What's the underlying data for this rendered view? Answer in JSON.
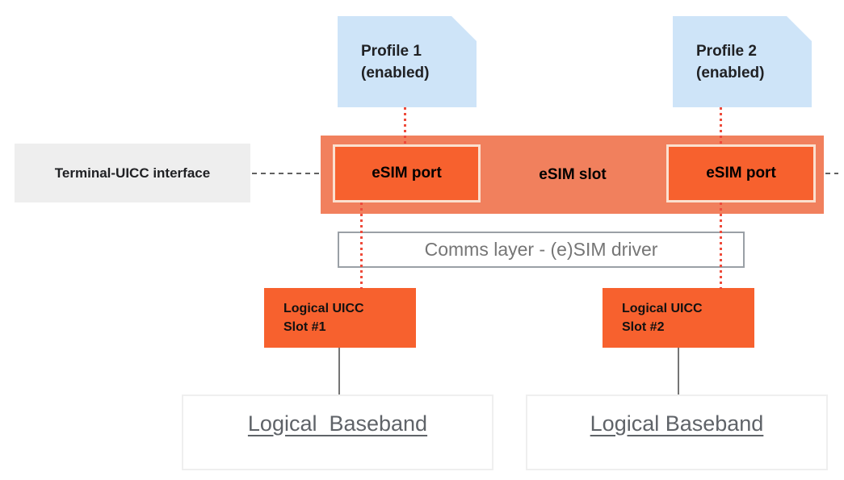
{
  "diagram": {
    "profile1": {
      "line1": "Profile 1",
      "line2": "(enabled)"
    },
    "profile2": {
      "line1": "Profile 2",
      "line2": "(enabled)"
    },
    "terminal_interface": {
      "label": "Terminal-UICC interface"
    },
    "esim_slot": {
      "label": "eSIM slot",
      "port1_label": "eSIM port",
      "port2_label": "eSIM port"
    },
    "comms_layer": {
      "label": "Comms layer - (e)SIM driver"
    },
    "uicc_slot1": {
      "line1": "Logical UICC",
      "line2": "Slot #1"
    },
    "uicc_slot2": {
      "line1": "Logical UICC",
      "line2": "Slot #2"
    },
    "baseband1": {
      "label": "Logical  Baseband"
    },
    "baseband2": {
      "label": "Logical Baseband"
    }
  },
  "colors": {
    "profile_blue": "#CEE4F8",
    "slot_salmon": "#F1805D",
    "port_orange": "#F7612E",
    "port_border": "#FBE0CF",
    "dot_red": "#EE4B3B",
    "terminal_gray": "#EEEEEE",
    "text_dark": "#202124",
    "comms_border": "#9AA0A6",
    "comms_text": "#757575",
    "baseband_border": "#EFEFEF",
    "baseband_text": "#5F6368",
    "connector_gray": "#757575",
    "dash_gray": "#616161"
  }
}
